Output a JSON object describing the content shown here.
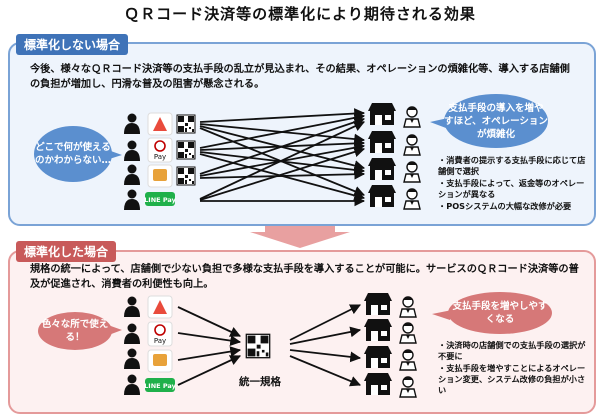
{
  "title": "ＱＲコード決済等の標準化により期待される効果",
  "top": {
    "tag": "標準化しない場合",
    "description": "今後、様々なＱＲコード決済等の支払手段の乱立が見込まれ、その結果、オペレーションの煩雑化等、導入する店舗側の負担が増加し、円滑な普及の阻害が懸念される。",
    "consumer_bubble": "どこで何が使えるのかわからない…",
    "store_bubble": "支払手段の導入を増やすほど、オペレーションが煩雑化",
    "bullets": [
      "・消費者の提示する支払手段に応じて店舗側で選択",
      "・支払手段によって、返金等のオペレーションが異なる",
      "・POSシステムの大幅な改修が必要"
    ]
  },
  "bottom": {
    "tag": "標準化した場合",
    "description": "規格の統一によって、店舗側で少ない負担で多様な支払手段を導入することが可能に。サービスのＱＲコード決済等の普及が促進され、消費者の利便性も向上。",
    "consumer_bubble": "色々な所で使える！",
    "store_bubble": "支払手段を増やしやすくなる",
    "unified_label": "統一規格",
    "bullets": [
      "・決済時の店舗側での支払手段の選択が不要に",
      "・支払手段を増やすことによるオペレーション変更、システム改修の負担が小さい"
    ]
  },
  "payment_labels": [
    "Pay",
    "Pay",
    "LINE Pay"
  ],
  "colors": {
    "panel_top_border": "#7aa3d6",
    "panel_bottom_border": "#e49a9a",
    "tag_top": "#3f73b8",
    "tag_bottom": "#c85a5a",
    "bubble_blue": "#5b8fcf",
    "bubble_red": "#d67878",
    "transition_arrow": "#e8a0a0"
  }
}
